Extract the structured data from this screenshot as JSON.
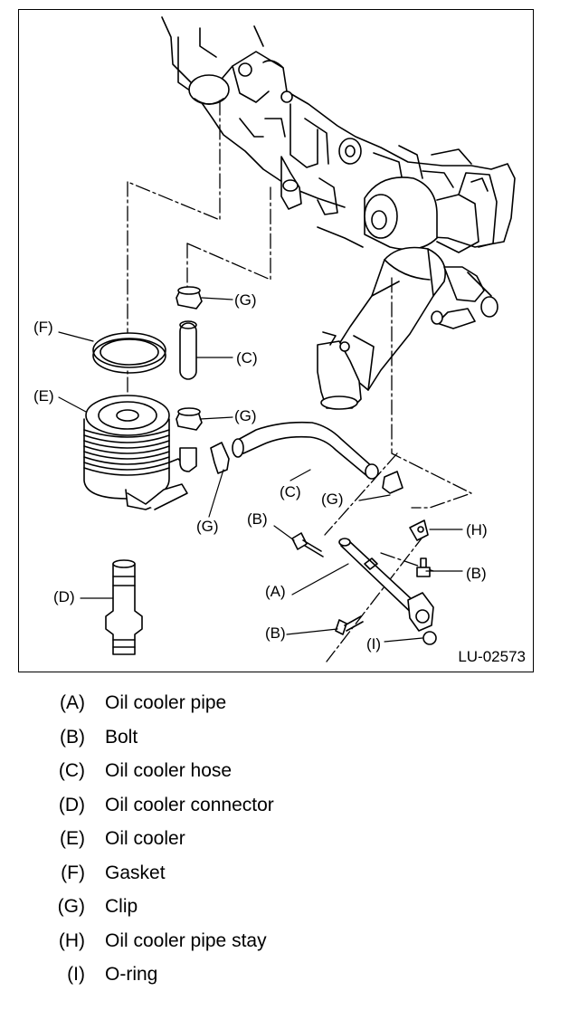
{
  "figure": {
    "id_label": "LU-02573",
    "callouts": {
      "F": "(F)",
      "E": "(E)",
      "D": "(D)",
      "G1": "(G)",
      "C1": "(C)",
      "G2": "(G)",
      "C2": "(C)",
      "G3": "(G)",
      "G4": "(G)",
      "B1": "(B)",
      "H": "(H)",
      "B2": "(B)",
      "A": "(A)",
      "B3": "(B)",
      "I": "(I)"
    }
  },
  "legend": [
    {
      "key": "(A)",
      "text": "Oil cooler pipe"
    },
    {
      "key": "(B)",
      "text": "Bolt"
    },
    {
      "key": "(C)",
      "text": "Oil cooler hose"
    },
    {
      "key": "(D)",
      "text": "Oil cooler connector"
    },
    {
      "key": "(E)",
      "text": "Oil cooler"
    },
    {
      "key": "(F)",
      "text": "Gasket"
    },
    {
      "key": "(G)",
      "text": "Clip"
    },
    {
      "key": "(H)",
      "text": "Oil cooler pipe stay"
    },
    {
      "key": "(I)",
      "text": "O-ring"
    }
  ]
}
